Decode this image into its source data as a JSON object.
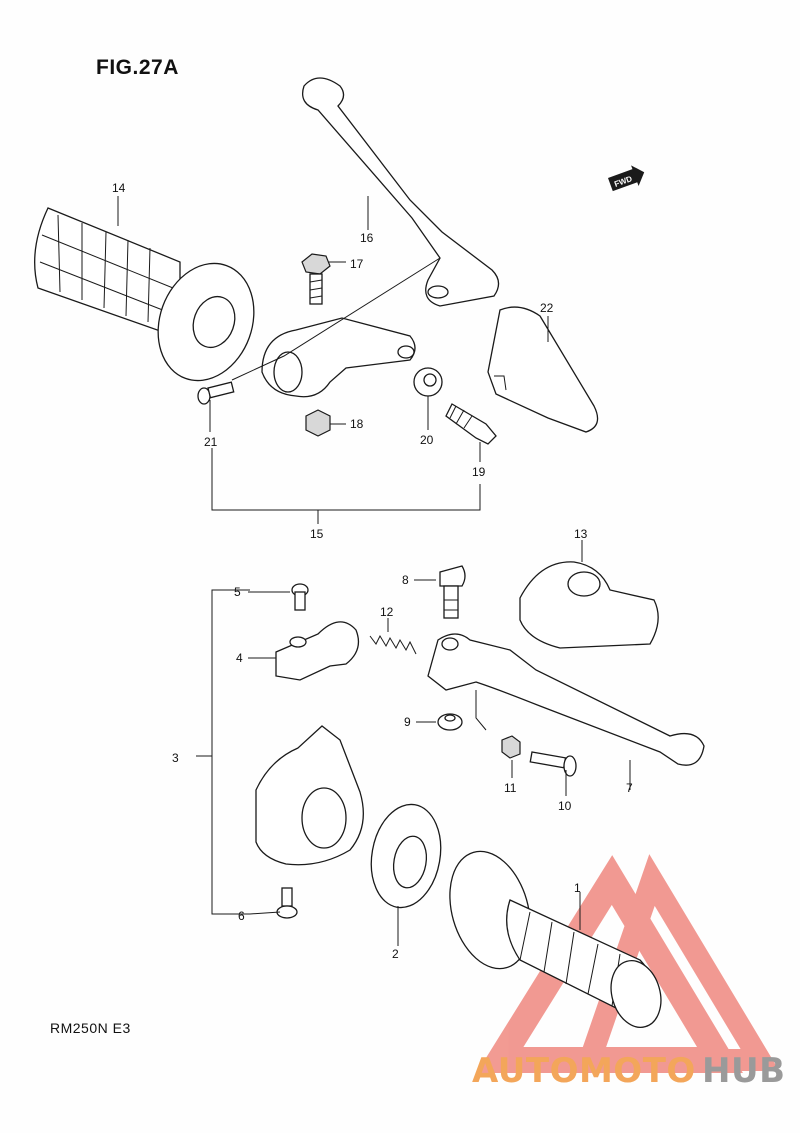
{
  "figure": {
    "title": "FIG.27A",
    "model": "RM250N E3",
    "fwd_label": "FWD"
  },
  "parts": [
    {
      "id": "p1",
      "label": "1"
    },
    {
      "id": "p2",
      "label": "2"
    },
    {
      "id": "p3",
      "label": "3"
    },
    {
      "id": "p4",
      "label": "4"
    },
    {
      "id": "p5",
      "label": "5"
    },
    {
      "id": "p6",
      "label": "6"
    },
    {
      "id": "p7",
      "label": "7"
    },
    {
      "id": "p8",
      "label": "8"
    },
    {
      "id": "p9",
      "label": "9"
    },
    {
      "id": "p10",
      "label": "10"
    },
    {
      "id": "p11",
      "label": "11"
    },
    {
      "id": "p12",
      "label": "12"
    },
    {
      "id": "p13",
      "label": "13"
    },
    {
      "id": "p14",
      "label": "14"
    },
    {
      "id": "p15",
      "label": "15"
    },
    {
      "id": "p16",
      "label": "16"
    },
    {
      "id": "p17",
      "label": "17"
    },
    {
      "id": "p18",
      "label": "18"
    },
    {
      "id": "p19",
      "label": "19"
    },
    {
      "id": "p20",
      "label": "20"
    },
    {
      "id": "p21",
      "label": "21"
    },
    {
      "id": "p22",
      "label": "22"
    }
  ],
  "watermark": {
    "part1": "AUTOMOTO",
    "part2": "HUB",
    "color1": "#f3a65a",
    "color2": "#9a9a9a",
    "triangle_color": "#e8483a"
  }
}
